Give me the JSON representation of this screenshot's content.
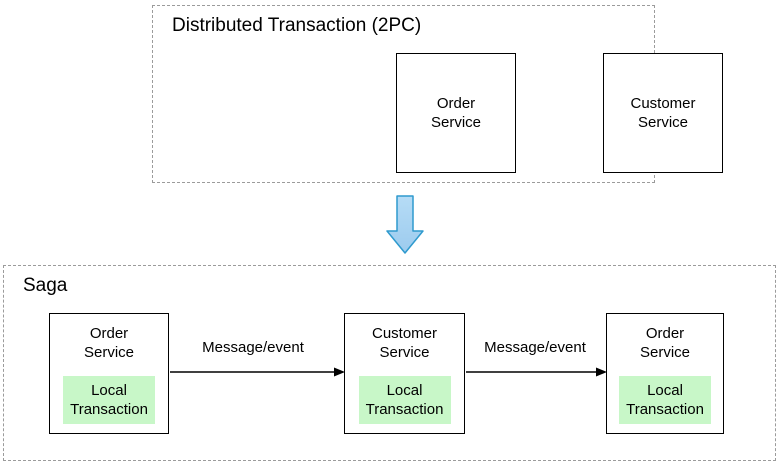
{
  "colors": {
    "dashed_border": "#9b9b9b",
    "box_border": "#000000",
    "local_transaction_fill": "#c8f7c8",
    "down_arrow_fill": "#a3d1f0",
    "down_arrow_stroke": "#2f9ace",
    "edge_stroke": "#000000",
    "background": "#ffffff"
  },
  "top_section": {
    "title": "Distributed Transaction (2PC)",
    "boxes": [
      {
        "line1": "Order",
        "line2": "Service"
      },
      {
        "line1": "Customer",
        "line2": "Service"
      }
    ]
  },
  "saga_section": {
    "title": "Saga",
    "nodes": [
      {
        "line1": "Order",
        "line2": "Service",
        "inner_line1": "Local",
        "inner_line2": "Transaction"
      },
      {
        "line1": "Customer",
        "line2": "Service",
        "inner_line1": "Local",
        "inner_line2": "Transaction"
      },
      {
        "line1": "Order",
        "line2": "Service",
        "inner_line1": "Local",
        "inner_line2": "Transaction"
      }
    ],
    "edges": [
      {
        "label": "Message/event"
      },
      {
        "label": "Message/event"
      }
    ]
  }
}
